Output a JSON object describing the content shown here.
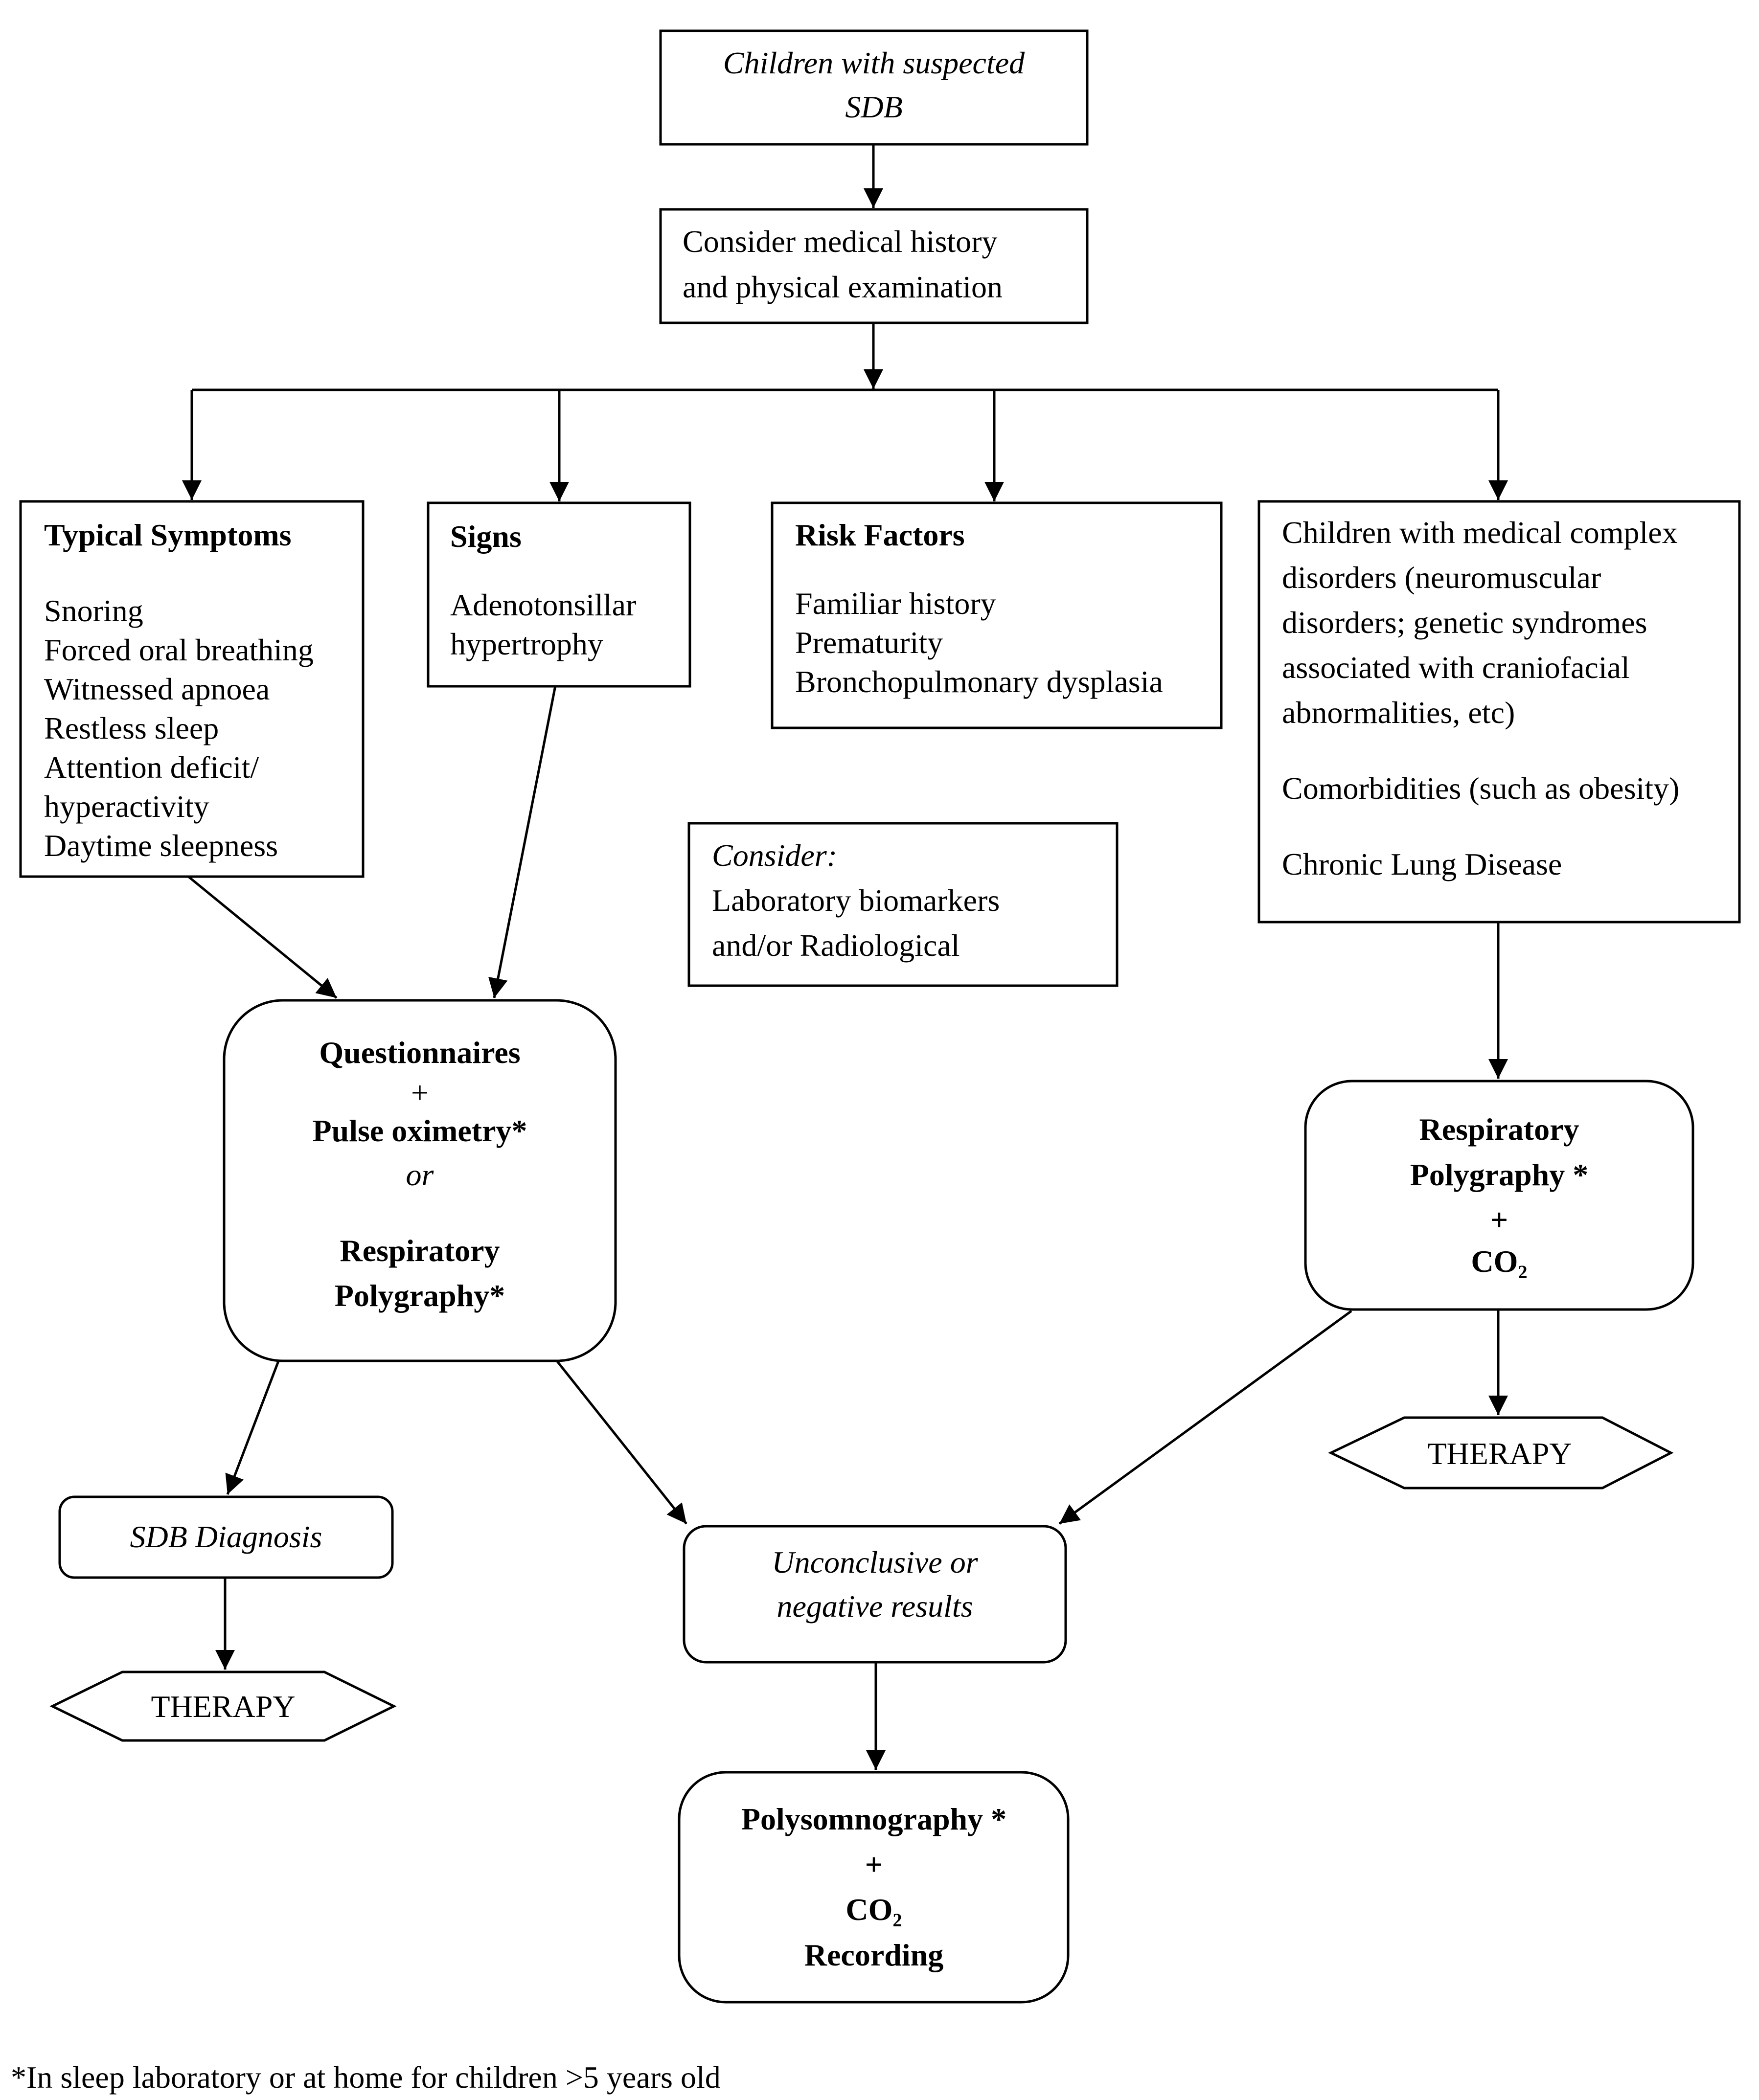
{
  "nodes": {
    "start": {
      "lines": [
        "Children with suspected",
        "SDB"
      ]
    },
    "history": {
      "lines": [
        "Consider medical history",
        "and physical examination"
      ]
    },
    "symptoms": {
      "title": "Typical Symptoms",
      "lines": [
        "Snoring",
        "Forced oral breathing",
        "Witnessed apnoea",
        "Restless sleep",
        "Attention deficit/",
        "hyperactivity",
        "Daytime sleepness"
      ]
    },
    "signs": {
      "title": "Signs",
      "lines": [
        "Adenotonsillar",
        "hypertrophy"
      ]
    },
    "risk": {
      "title": "Risk Factors",
      "lines": [
        "Familiar history",
        "Prematurity",
        "Bronchopulmonary dysplasia"
      ]
    },
    "complex": {
      "lines": [
        "Children with medical complex",
        "disorders (neuromuscular",
        "disorders; genetic syndromes",
        "associated with craniofacial",
        "abnormalities, etc)"
      ],
      "comorbid": "Comorbidities (such as obesity)",
      "lung": "Chronic Lung Disease"
    },
    "consider": {
      "title": "Consider:",
      "lines": [
        "Laboratory biomarkers",
        "and/or Radiological"
      ]
    },
    "questionnaires": {
      "line1": "Questionnaires",
      "plus": "+",
      "line2": "Pulse oximetry*",
      "or": "or",
      "line3": "Respiratory",
      "line4": "Polygraphy*"
    },
    "resp_poly": {
      "line1": "Respiratory",
      "line2": "Polygraphy *",
      "plus": "+",
      "line3": "CO₂"
    },
    "therapy_right": {
      "label": "THERAPY"
    },
    "diagnosis": {
      "label": "SDB Diagnosis"
    },
    "therapy_left": {
      "label": "THERAPY"
    },
    "unconclusive": {
      "lines": [
        "Unconclusive or",
        "negative results"
      ]
    },
    "psg": {
      "line1": "Polysomnography *",
      "plus": "+",
      "line2": "CO₂",
      "line3": "Recording"
    }
  },
  "footnote": "*In sleep laboratory or at home for children >5 years old"
}
